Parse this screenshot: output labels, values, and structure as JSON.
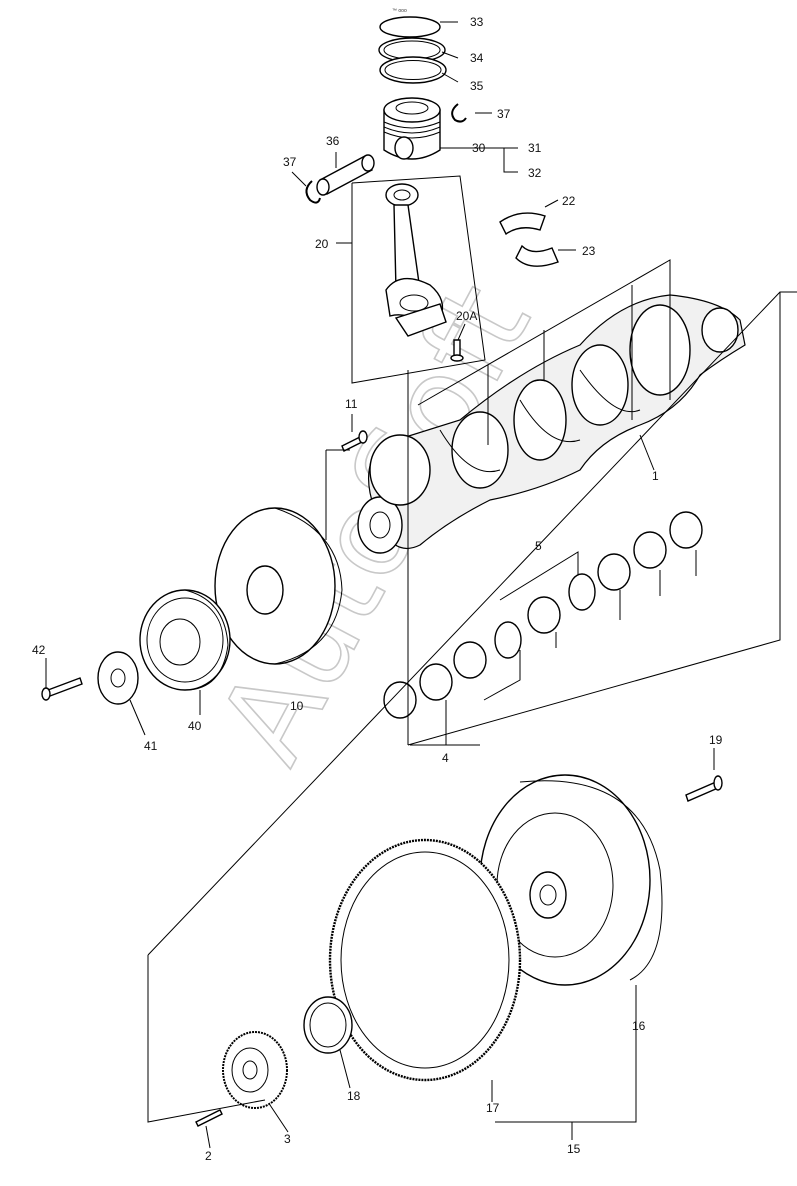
{
  "diagram": {
    "watermark": "AutoSoft",
    "stamp": "™ ooo",
    "labels": {
      "33": "33",
      "34": "34",
      "35": "35",
      "37a": "37",
      "36": "36",
      "37b": "37",
      "30": "30",
      "31": "31",
      "32": "32",
      "22": "22",
      "23": "23",
      "20": "20",
      "20A": "20A",
      "11": "11",
      "1": "1",
      "5": "5",
      "42": "42",
      "41": "41",
      "40": "40",
      "10": "10",
      "4": "4",
      "19": "19",
      "16": "16",
      "18": "18",
      "17": "17",
      "15": "15",
      "3": "3",
      "2": "2"
    }
  }
}
